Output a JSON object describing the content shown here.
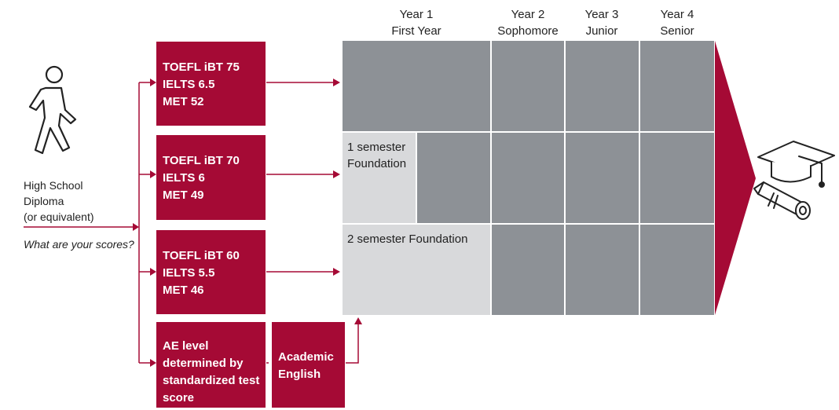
{
  "years": [
    {
      "line1": "Year 1",
      "line2": "First Year"
    },
    {
      "line1": "Year 2",
      "line2": "Sophomore"
    },
    {
      "line1": "Year 3",
      "line2": "Junior"
    },
    {
      "line1": "Year 4",
      "line2": "Senior"
    }
  ],
  "student": {
    "diploma_lines": [
      "High School",
      "Diploma",
      "(or equivalent)"
    ],
    "question": "What are your scores?"
  },
  "score_boxes": [
    {
      "lines": [
        "TOEFL iBT 75",
        "IELTS 6.5",
        "MET 52"
      ]
    },
    {
      "lines": [
        "TOEFL iBT 70",
        "IELTS 6",
        "MET 49"
      ]
    },
    {
      "lines": [
        "TOEFL iBT 60",
        "IELTS 5.5",
        "MET 46"
      ]
    },
    {
      "lines": [
        "AE level",
        "determined by",
        "standardized test",
        "score"
      ]
    }
  ],
  "academic_english": {
    "lines": [
      "Academic",
      "English"
    ]
  },
  "foundation": {
    "one_semester": [
      "1 semester",
      "Foundation"
    ],
    "two_semester": "2 semester Foundation"
  },
  "colors": {
    "accent": "#a50a35",
    "grid": "#8d9196",
    "foundation": "#d8d9db"
  },
  "icons": {
    "student": "walking-person-icon",
    "graduation": "graduation-cap-diploma-icon"
  }
}
